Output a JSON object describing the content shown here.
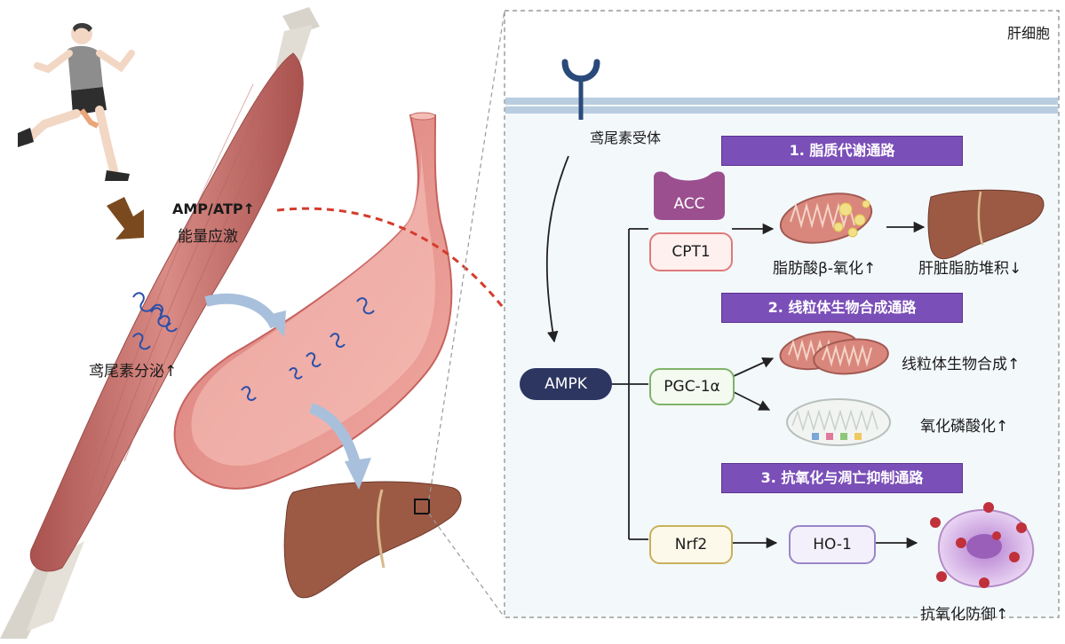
{
  "cell_label": "肝细胞",
  "receptor_label": "鸢尾素受体",
  "muscle": {
    "energy_stress_line1": "AMP/ATP↑",
    "energy_stress_line2": "能量应激",
    "secretion": "鸢尾素分泌↑"
  },
  "pathways": [
    {
      "title": "1. 脂质代谢通路"
    },
    {
      "title": "2. 线粒体生物合成通路"
    },
    {
      "title": "3. 抗氧化与凋亡抑制通路"
    }
  ],
  "nodes": {
    "ampk": "AMPK",
    "acc": "ACC",
    "cpt1": "CPT1",
    "pgc1a": "PGC-1α",
    "nrf2": "Nrf2",
    "ho1": "HO-1"
  },
  "outcomes": {
    "beta_oxidation": "脂肪酸β-氧化↑",
    "liver_fat": "肝脏脂肪堆积↓",
    "mito_biogenesis": "线粒体生物合成↑",
    "oxphos": "氧化磷酸化↑",
    "antioxidant": "抗氧化防御↑"
  },
  "colors": {
    "banner": "#7b4fb8",
    "ampk": "#2d3561",
    "acc": "#9b4f8f",
    "cpt1_border": "#e07a7a",
    "pgc_border": "#7fb26a",
    "nrf2_border": "#c9b05a",
    "ho1_border": "#9a86c8",
    "muscle": "#c96f6b",
    "liver": "#9c5a45",
    "vessel": "#e8908b",
    "irisin": "#2b4fa8",
    "dashed_arrow": "#d43c2c"
  },
  "icons": [
    "runner-icon",
    "brown-arrow-icon",
    "muscle-icon",
    "blood-vessel-icon",
    "liver-icon",
    "irisin-molecule-icon",
    "receptor-icon",
    "membrane-icon",
    "mitochondria-icon",
    "fat-droplet-icon",
    "damaged-cell-icon",
    "ros-icon"
  ]
}
